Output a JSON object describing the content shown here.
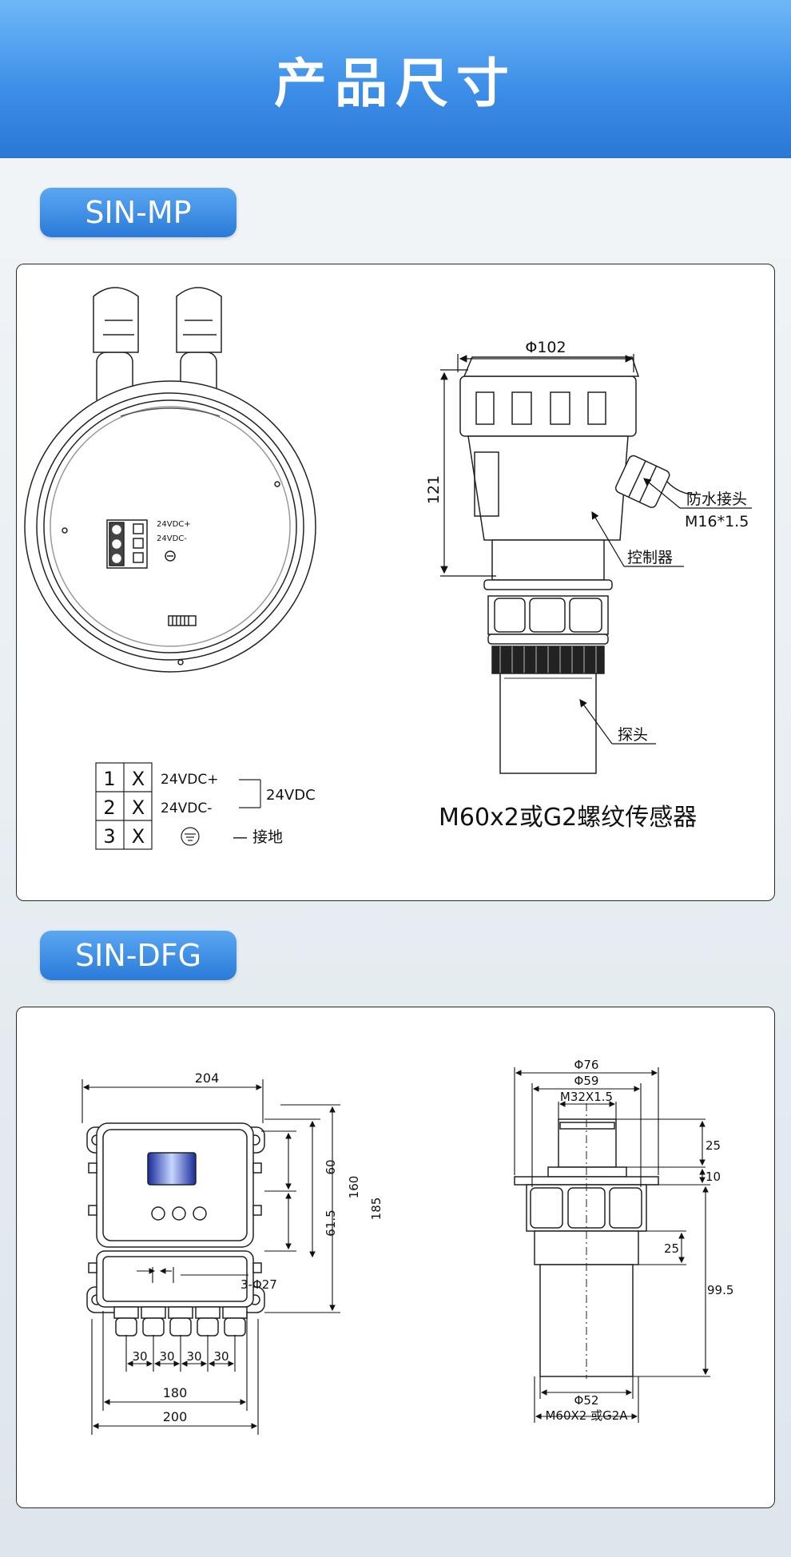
{
  "page_title": "产品尺寸",
  "sections": [
    {
      "name": "SIN-MP",
      "front_view": {
        "terminal_plus": "24VDC+",
        "terminal_minus": "24VDC-"
      },
      "side_view": {
        "diameter": "Φ102",
        "height": "121",
        "label_connector_line1": "防水接头",
        "label_connector_line2": "M16*1.5",
        "label_controller": "控制器",
        "label_probe": "探头"
      },
      "wiring": {
        "rows": [
          {
            "num": "1",
            "mark": "X",
            "label": "24VDC+"
          },
          {
            "num": "2",
            "mark": "X",
            "label": "24VDC-"
          },
          {
            "num": "3",
            "mark": "X",
            "label": ""
          }
        ],
        "bracket_label": "24VDC",
        "ground_label": "— 接地"
      },
      "caption": "M60x2或G2螺纹传感器"
    },
    {
      "name": "SIN-DFG",
      "box_dims": {
        "top_width": "204",
        "h60": "60",
        "h61_5": "61.5",
        "h160": "160",
        "h185": "185",
        "holes": "3-Φ27",
        "spacing": [
          "30",
          "30",
          "30",
          "30"
        ],
        "w180": "180",
        "w200": "200"
      },
      "sensor_dims": {
        "d76": "Φ76",
        "d59": "Φ59",
        "thread_top": "M32X1.5",
        "h25_top": "25",
        "h10": "10",
        "h25_mid": "25",
        "h99_5": "99.5",
        "d52": "Φ52",
        "thread_bottom": "M60X2 或G2A"
      }
    }
  ]
}
